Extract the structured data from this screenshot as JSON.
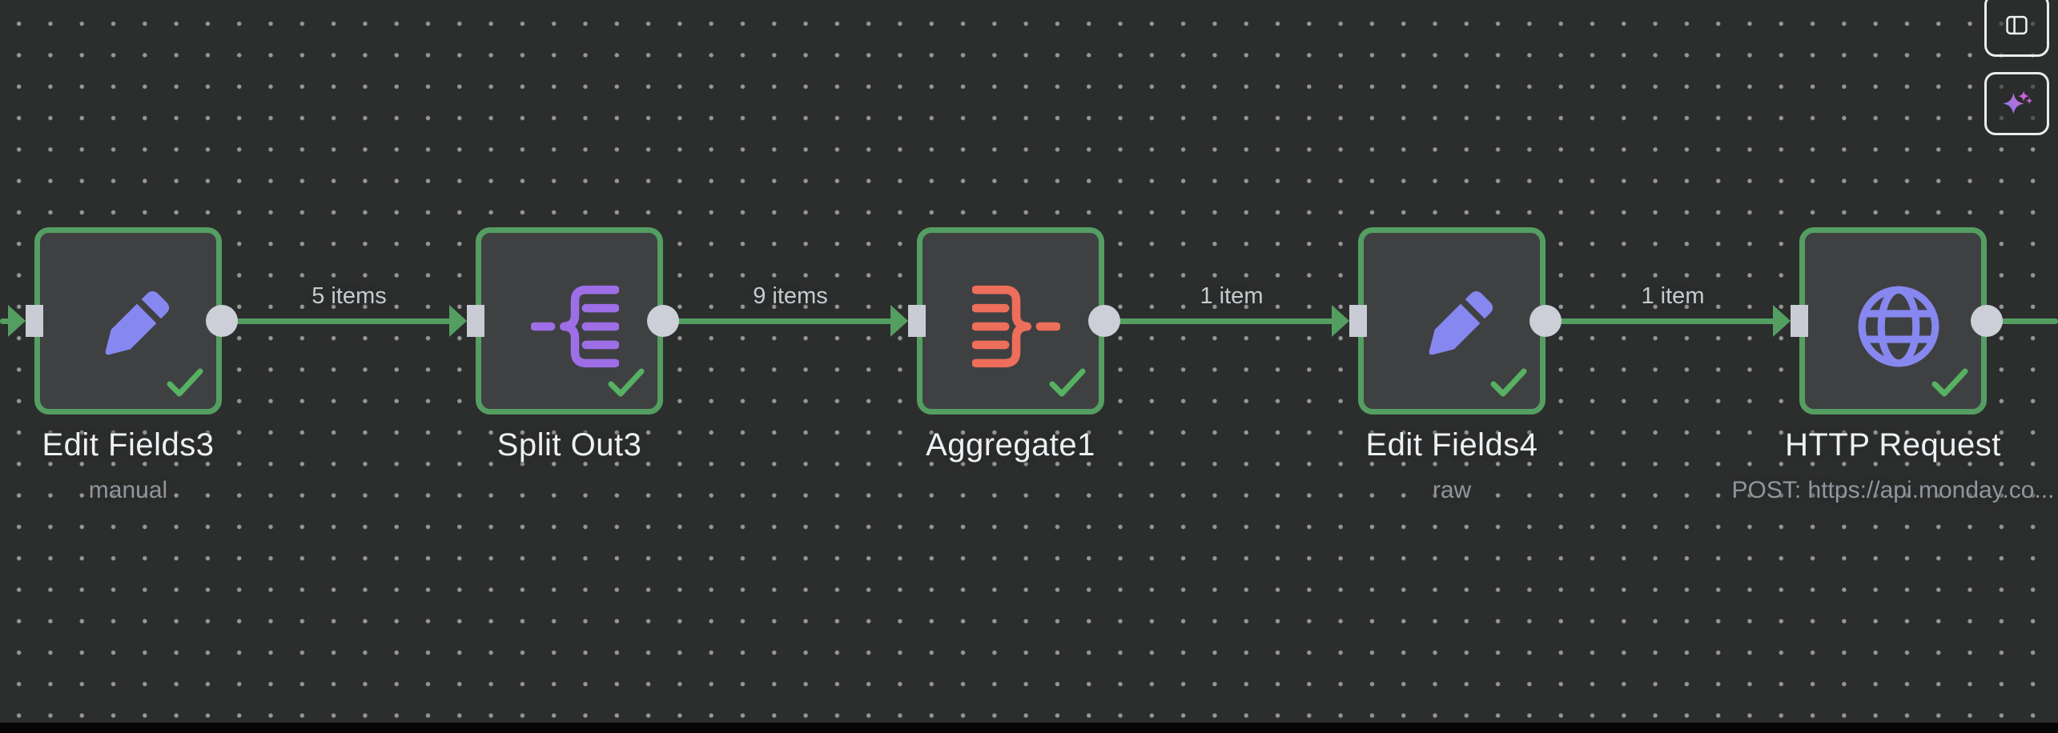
{
  "canvas": {
    "background_color": "#2c2d2d",
    "dot_color": "#979797",
    "connection_color": "#549e62",
    "connector_color": "#c9ccd4",
    "node_border_color": "#549e62",
    "node_fill_color": "#3f4042",
    "success_check_color": "#57b163"
  },
  "workflow": {
    "nodes": [
      {
        "title": "Edit Fields3",
        "subtitle": "manual",
        "icon": "pencil-icon",
        "icon_color": "#8787f0",
        "status": "success"
      },
      {
        "title": "Split Out3",
        "subtitle": "",
        "icon": "split-out-icon",
        "icon_color": "#9d6ee6",
        "status": "success"
      },
      {
        "title": "Aggregate1",
        "subtitle": "",
        "icon": "aggregate-icon",
        "icon_color": "#ed6e5a",
        "status": "success"
      },
      {
        "title": "Edit Fields4",
        "subtitle": "raw",
        "icon": "pencil-icon",
        "icon_color": "#8787f0",
        "status": "success"
      },
      {
        "title": "HTTP Request",
        "subtitle": "POST: https://api.monday.co...",
        "icon": "globe-icon",
        "icon_color": "#8787f0",
        "status": "success"
      }
    ],
    "connections": [
      {
        "label": ""
      },
      {
        "label": "5 items"
      },
      {
        "label": "9 items"
      },
      {
        "label": "1 item"
      },
      {
        "label": "1 item"
      },
      {
        "label": ""
      }
    ]
  },
  "toolbar": {
    "buttons": [
      {
        "name": "toggle-panel",
        "icon": "panel-icon"
      },
      {
        "name": "ai-assistant",
        "icon": "sparkles-icon"
      }
    ]
  }
}
